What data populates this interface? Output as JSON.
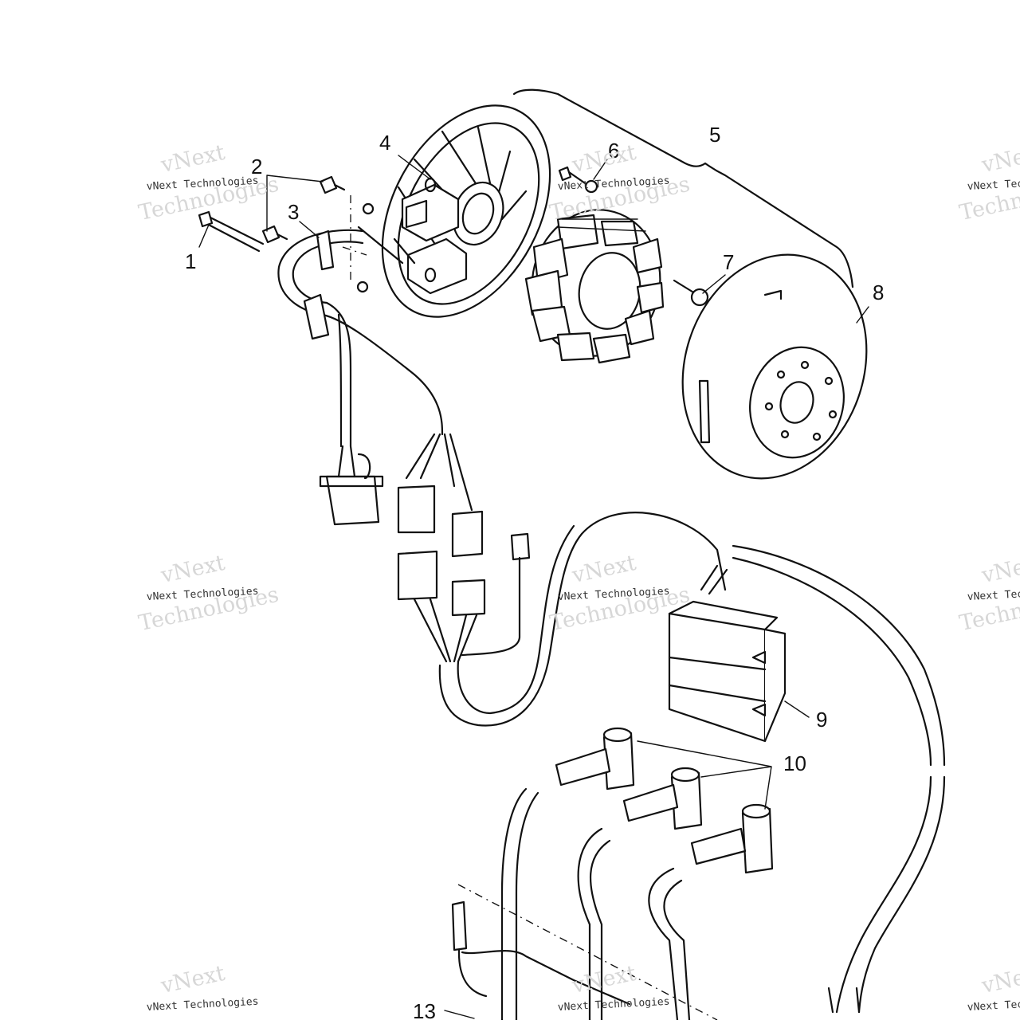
{
  "diagram": {
    "callouts": [
      {
        "id": "1",
        "label": "1"
      },
      {
        "id": "2",
        "label": "2"
      },
      {
        "id": "3",
        "label": "3"
      },
      {
        "id": "4",
        "label": "4"
      },
      {
        "id": "5",
        "label": "5"
      },
      {
        "id": "6",
        "label": "6"
      },
      {
        "id": "7",
        "label": "7"
      },
      {
        "id": "8",
        "label": "8"
      },
      {
        "id": "9",
        "label": "9"
      },
      {
        "id": "10",
        "label": "10"
      },
      {
        "id": "13",
        "label": "13"
      }
    ],
    "watermark": {
      "line_a": "vNext",
      "line_b": "Technologies",
      "small": "vNext Technologies"
    }
  }
}
